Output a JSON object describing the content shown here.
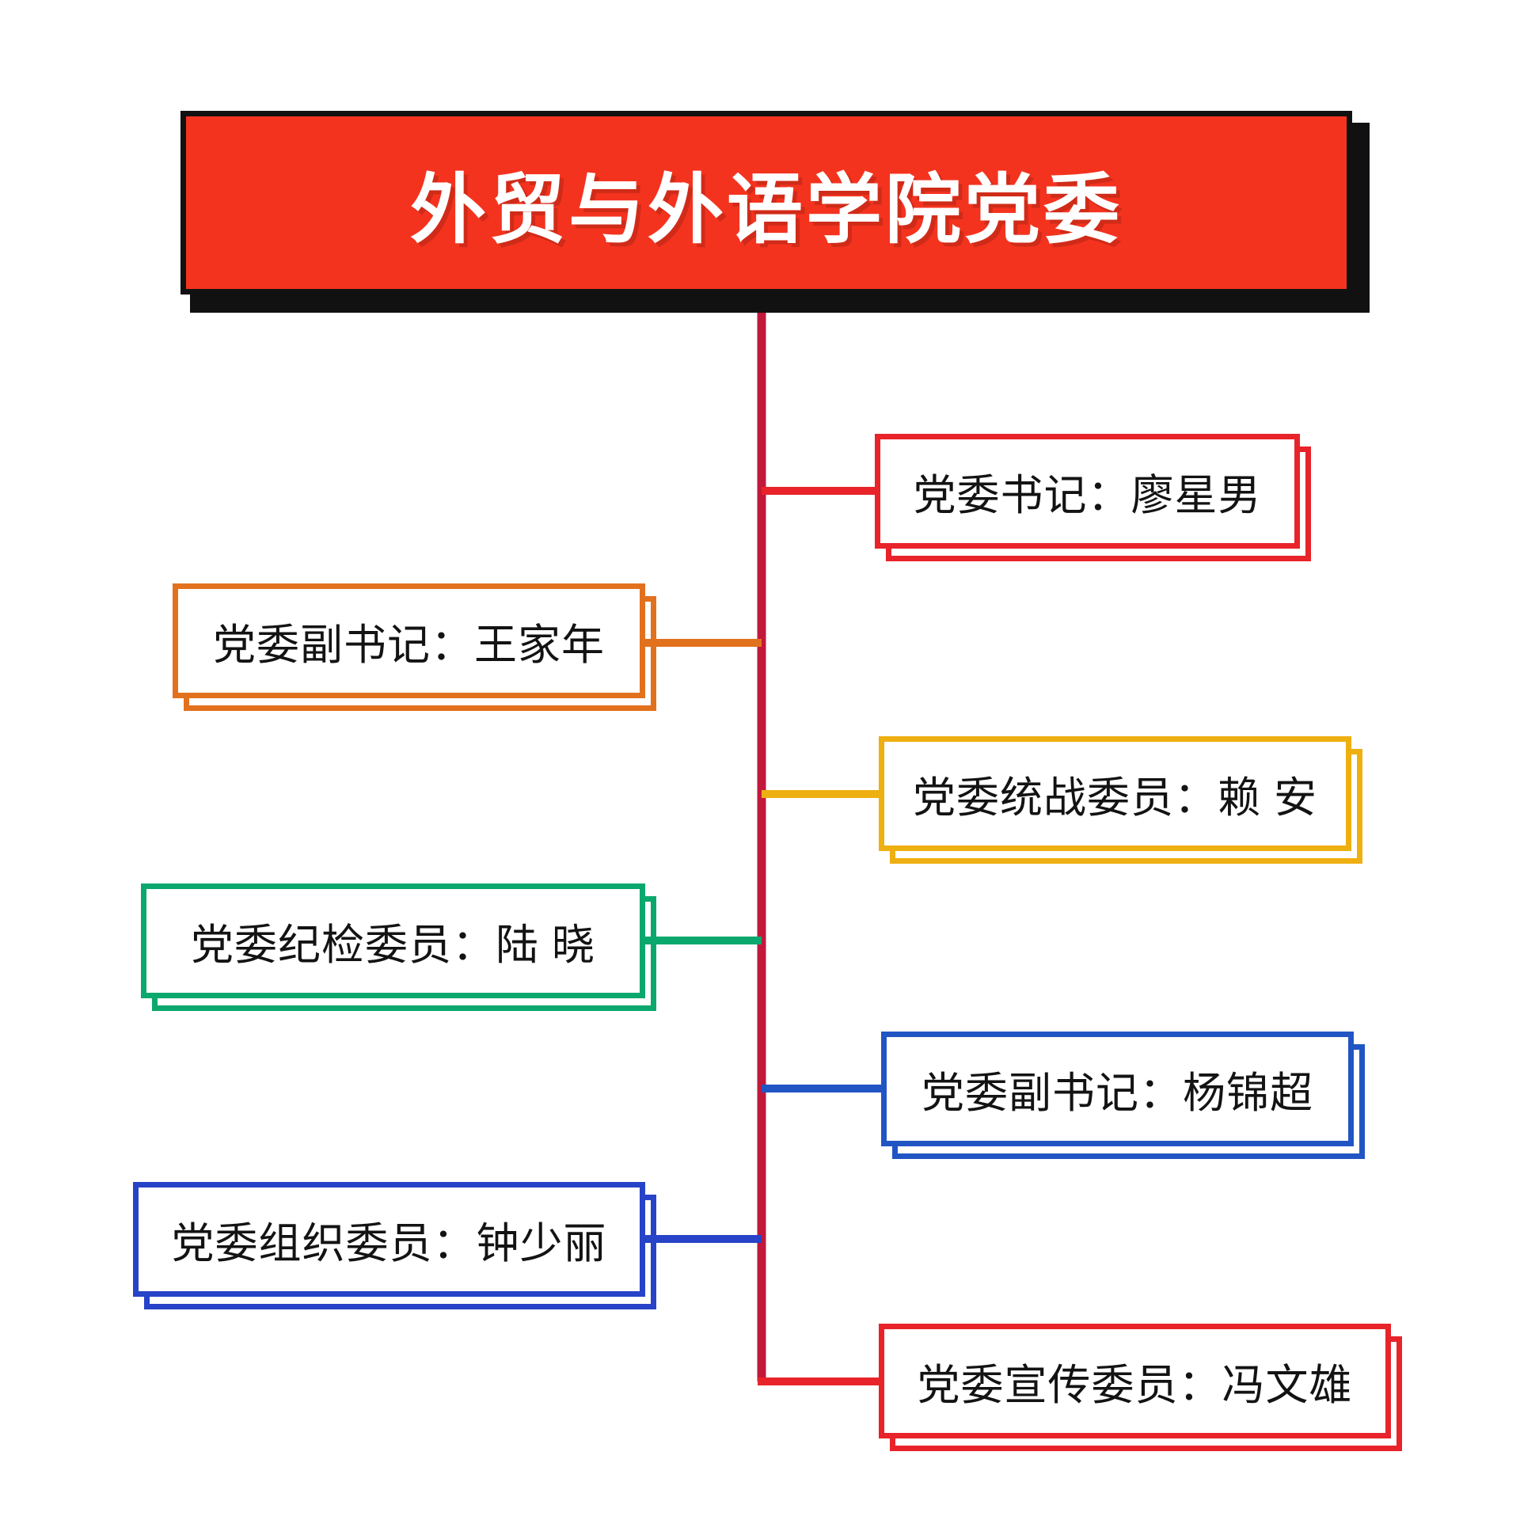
{
  "title": {
    "text": "外贸与外语学院党委",
    "bg_color": "#f4331f",
    "text_color": "#ffffff",
    "shadow_color": "#111111"
  },
  "chart_data": {
    "type": "diagram",
    "diagram_kind": "organization-chart",
    "root": "外贸与外语学院党委",
    "trunk_color": "#c2183c",
    "nodes": [
      {
        "id": "node-party-secretary",
        "label": "党委书记：廖星男",
        "role": "党委书记",
        "person": "廖星男",
        "color": "#e8232a",
        "side": "right"
      },
      {
        "id": "node-deputy-secretary-wang",
        "label": "党委副书记：王家年",
        "role": "党委副书记",
        "person": "王家年",
        "color": "#e2711d",
        "side": "left"
      },
      {
        "id": "node-united-front-member",
        "label": "党委统战委员：赖 安",
        "role": "党委统战委员",
        "person": "赖 安",
        "color": "#eeaf10",
        "side": "right"
      },
      {
        "id": "node-discipline-member",
        "label": "党委纪检委员：陆 晓",
        "role": "党委纪检委员",
        "person": "陆 晓",
        "color": "#0aa86d",
        "side": "left"
      },
      {
        "id": "node-deputy-secretary-yang",
        "label": "党委副书记：杨锦超",
        "role": "党委副书记",
        "person": "杨锦超",
        "color": "#2255c4",
        "side": "right"
      },
      {
        "id": "node-organization-member",
        "label": "党委组织委员：钟少丽",
        "role": "党委组织委员",
        "person": "钟少丽",
        "color": "#2743c7",
        "side": "left"
      },
      {
        "id": "node-publicity-member",
        "label": "党委宣传委员：冯文雄",
        "role": "党委宣传委员",
        "person": "冯文雄",
        "color": "#e8232a",
        "side": "right"
      }
    ]
  }
}
